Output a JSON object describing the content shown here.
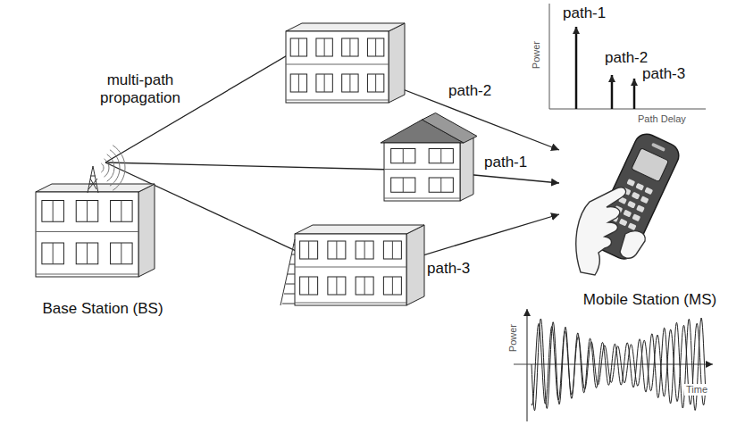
{
  "diagram": {
    "nodes": [
      {
        "text": [
          "Base Station (BS)"
        ]
      },
      {
        "text": [
          "Mobile Station (MS)"
        ]
      }
    ],
    "edges": [
      {
        "from": 0,
        "to": 1,
        "arrow": "to",
        "label": "path-2"
      },
      {
        "from": 0,
        "to": 1,
        "arrow": "to",
        "label": "path-1"
      },
      {
        "from": 0,
        "to": 1,
        "arrow": "to",
        "label": "path-3"
      }
    ],
    "labels": [
      "multi-path propagation",
      "path-1",
      "path-2",
      "path-3",
      "Power",
      "Path Delay",
      "Power",
      "Time"
    ]
  }
}
